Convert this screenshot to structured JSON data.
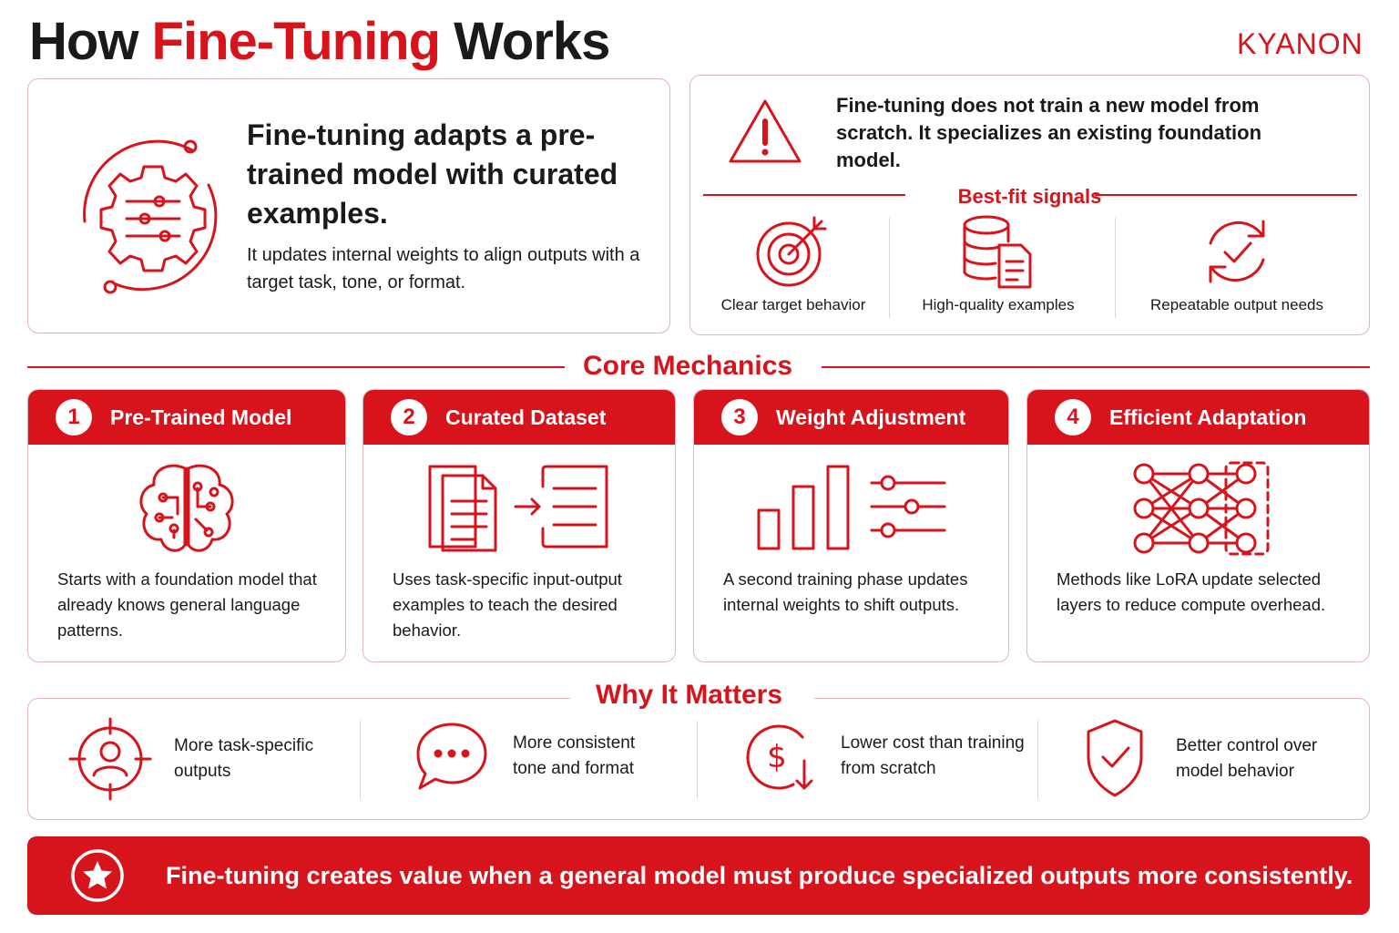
{
  "title": {
    "part1": "How ",
    "highlight": "Fine-Tuning",
    "part2": " Works"
  },
  "logo": "KYANON",
  "intro": {
    "heading": "Fine-tuning adapts a pre-trained model with curated examples.",
    "body": "It updates internal weights to align outputs with a target task, tone, or format.",
    "icon": "gear-sliders-icon"
  },
  "signals": {
    "note": "Fine-tuning does not train a new model from scratch. It specializes an existing foundation model.",
    "title": "Best-fit signals",
    "items": [
      {
        "label": "Clear target behavior",
        "icon": "target-icon"
      },
      {
        "label": "High-quality examples",
        "icon": "database-document-icon"
      },
      {
        "label": "Repeatable output needs",
        "icon": "refresh-check-icon"
      }
    ]
  },
  "core": {
    "title": "Core Mechanics",
    "steps": [
      {
        "num": "1",
        "title": "Pre-Trained Model",
        "desc": "Starts with a foundation model that already knows general language patterns.",
        "icon": "brain-circuit-icon"
      },
      {
        "num": "2",
        "title": "Curated Dataset",
        "desc": "Uses task-specific input-output examples to teach the desired behavior.",
        "icon": "documents-arrow-icon"
      },
      {
        "num": "3",
        "title": "Weight Adjustment",
        "desc": "A second training phase updates internal weights to shift outputs.",
        "icon": "bars-sliders-icon"
      },
      {
        "num": "4",
        "title": "Efficient Adaptation",
        "desc": "Methods like LoRA update selected layers to reduce compute overhead.",
        "icon": "neural-network-icon"
      }
    ]
  },
  "why": {
    "title": "Why It Matters",
    "items": [
      {
        "text": "More task-specific outputs",
        "icon": "user-target-icon"
      },
      {
        "text": "More consistent tone and format",
        "icon": "chat-bubble-icon"
      },
      {
        "text": "Lower cost than training from scratch",
        "icon": "dollar-down-icon"
      },
      {
        "text": "Better control over model behavior",
        "icon": "shield-check-icon"
      }
    ]
  },
  "banner": {
    "text": "Fine-tuning creates value when a general model must produce specialized outputs more consistently.",
    "icon": "star-icon"
  }
}
